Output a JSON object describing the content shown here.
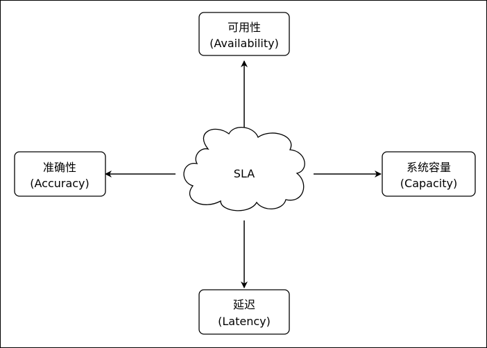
{
  "center": {
    "label": "SLA"
  },
  "nodes": {
    "top": {
      "line1": "可用性",
      "line2": "(Availability)"
    },
    "left": {
      "line1": "准确性",
      "line2": "(Accuracy)"
    },
    "right": {
      "line1": "系统容量",
      "line2": "(Capacity)"
    },
    "bottom": {
      "line1": "延迟",
      "line2": "(Latency)"
    }
  }
}
